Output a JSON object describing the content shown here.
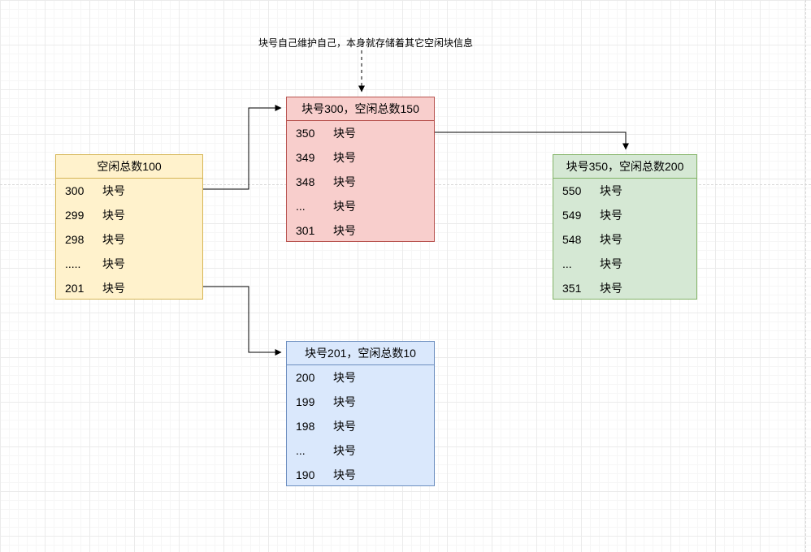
{
  "annotation": {
    "text": "块号自己维护自己，本身就存储着其它空闲块信息"
  },
  "colors": {
    "yellow_fill": "#FFF2CC",
    "yellow_border": "#D6B656",
    "red_fill": "#F8CECC",
    "red_border": "#B85450",
    "green_fill": "#D5E8D4",
    "green_border": "#82B366",
    "blue_fill": "#DAE8FC",
    "blue_border": "#6C8EBF",
    "connector": "#000000",
    "grid_minor": "#f6f6f6",
    "grid_major": "#ebebeb",
    "page_break": "#d9d9d9"
  },
  "boxes": {
    "free_list_head": {
      "header": "空闲总数100",
      "rows": [
        {
          "num": "300",
          "label": "块号"
        },
        {
          "num": "299",
          "label": "块号"
        },
        {
          "num": "298",
          "label": "块号"
        },
        {
          "num": ".....",
          "label": "块号"
        },
        {
          "num": "201",
          "label": "块号"
        }
      ]
    },
    "block300": {
      "header": "块号300，空闲总数150",
      "rows": [
        {
          "num": "350",
          "label": "块号"
        },
        {
          "num": "349",
          "label": "块号"
        },
        {
          "num": "348",
          "label": "块号"
        },
        {
          "num": "...",
          "label": "块号"
        },
        {
          "num": "301",
          "label": "块号"
        }
      ]
    },
    "block350": {
      "header": "块号350，空闲总数200",
      "rows": [
        {
          "num": "550",
          "label": "块号"
        },
        {
          "num": "549",
          "label": "块号"
        },
        {
          "num": "548",
          "label": "块号"
        },
        {
          "num": "...",
          "label": "块号"
        },
        {
          "num": "351",
          "label": "块号"
        }
      ]
    },
    "block201": {
      "header": "块号201，空闲总数10",
      "rows": [
        {
          "num": "200",
          "label": "块号"
        },
        {
          "num": "199",
          "label": "块号"
        },
        {
          "num": "198",
          "label": "块号"
        },
        {
          "num": "...",
          "label": "块号"
        },
        {
          "num": "190",
          "label": "块号"
        }
      ]
    }
  }
}
